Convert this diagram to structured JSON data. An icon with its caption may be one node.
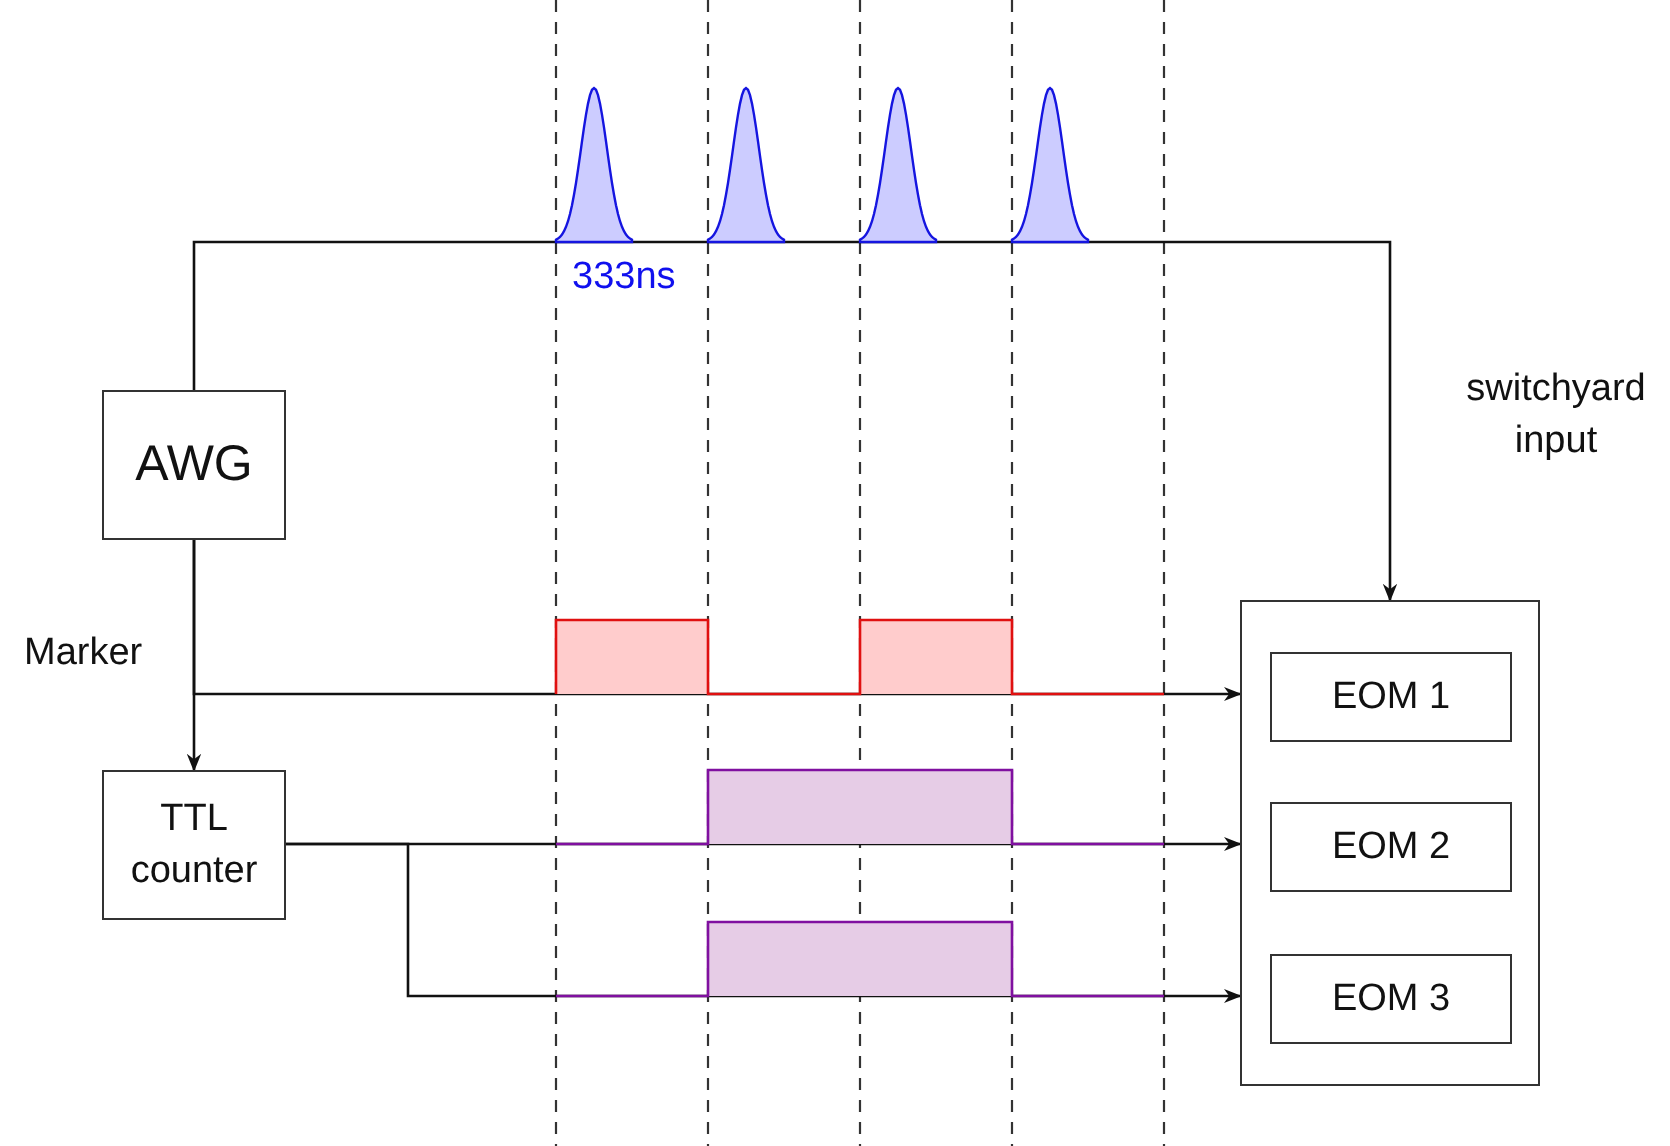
{
  "diagram": {
    "nodes": [
      {
        "text": [
          "AWG"
        ]
      },
      {
        "text": [
          "TTL counter"
        ]
      },
      {
        "text": [],
        "shape": "box"
      },
      {
        "text": [
          "EOM 1"
        ],
        "in": 2
      },
      {
        "text": [
          "EOM 2"
        ],
        "in": 2
      },
      {
        "text": [
          "EOM 3"
        ],
        "in": 2
      }
    ],
    "edges": [
      {
        "from": 0,
        "to": 2,
        "arrow": "to"
      },
      {
        "from": 0,
        "to": 1,
        "arrow": "to",
        "label": "Marker"
      },
      {
        "from": 0,
        "to": 2,
        "arrow": "to"
      },
      {
        "from": 1,
        "to": 2,
        "arrow": "to"
      },
      {
        "from": 1,
        "to": 2,
        "arrow": "to"
      }
    ],
    "labels": [
      "333ns",
      "switchyard input"
    ]
  }
}
